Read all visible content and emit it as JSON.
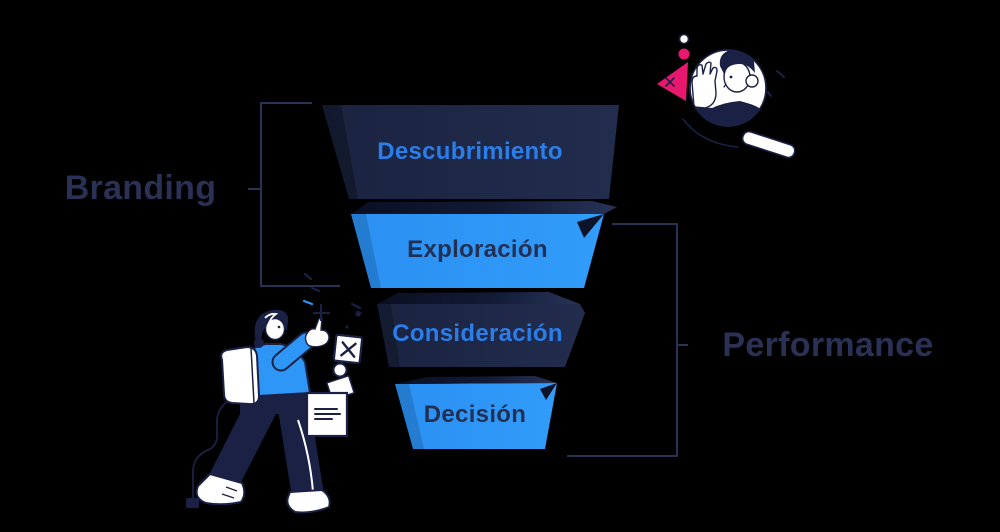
{
  "page": {
    "background_color": "#000000"
  },
  "funnel_diagram": {
    "stages": [
      {
        "id": "descubrimiento",
        "label": "Descubrimiento",
        "fill": "#1e2843",
        "text_color": "#2b7de9"
      },
      {
        "id": "exploracion",
        "label": "Exploración",
        "fill": "#2e96f7",
        "text_color": "#233054"
      },
      {
        "id": "consideracion",
        "label": "Consideración",
        "fill": "#1e2843",
        "text_color": "#2b7de9"
      },
      {
        "id": "decision",
        "label": "Decisión",
        "fill": "#2e96f7",
        "text_color": "#233054"
      }
    ],
    "group_labels": {
      "left": {
        "label": "Branding",
        "color": "#2a3154",
        "covers_stages": [
          "Descubrimiento",
          "Exploración"
        ]
      },
      "right": {
        "label": "Performance",
        "color": "#2a3154",
        "covers_stages": [
          "Exploración",
          "Consideración",
          "Decisión"
        ]
      }
    },
    "colors": {
      "background": "#000000",
      "dark_navy_segment": "#1e2843",
      "segment_fold": "#0d1328",
      "bright_blue_segment": "#2e96f7",
      "blue_text": "#2b7de9",
      "navy_text": "#233054",
      "bracket_line": "#2a3254",
      "ink_outline": "#1b2145",
      "accent_pink": "#e8186f",
      "paper_white": "#ffffff"
    },
    "illustrations": {
      "top_right": {
        "name": "person-in-magnifier-illustration",
        "elements": [
          "magnifier-lens",
          "waving-person",
          "pink-triangle",
          "pink-dot",
          "ring-dot",
          "magnifier-handle"
        ]
      },
      "bottom_left": {
        "name": "person-pointing-illustration",
        "elements": [
          "backpack",
          "earphone-cord",
          "x-card",
          "circle-token",
          "tilted-card",
          "document-card",
          "sparkles"
        ]
      }
    }
  }
}
